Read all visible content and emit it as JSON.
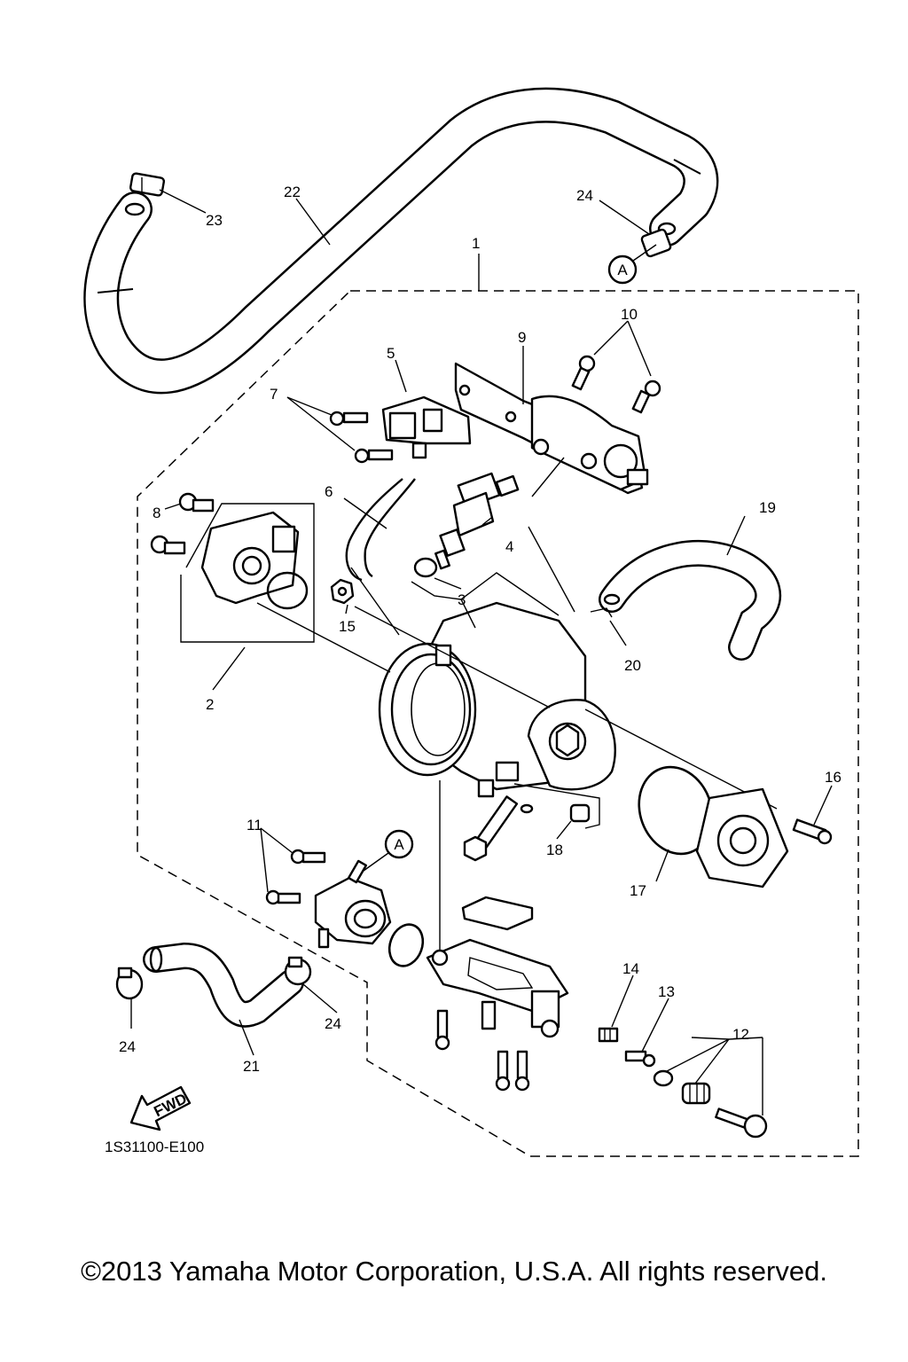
{
  "diagram": {
    "part_labels": [
      "1",
      "2",
      "3",
      "4",
      "5",
      "6",
      "7",
      "8",
      "9",
      "10",
      "11",
      "12",
      "13",
      "14",
      "15",
      "16",
      "17",
      "18",
      "19",
      "20",
      "21",
      "22",
      "23",
      "24"
    ],
    "reference_marks": [
      "A"
    ],
    "direction_badge": "FWD",
    "drawing_code": "1S31100-E100"
  },
  "copyright": "©2013 Yamaha Motor Corporation, U.S.A. All rights reserved."
}
